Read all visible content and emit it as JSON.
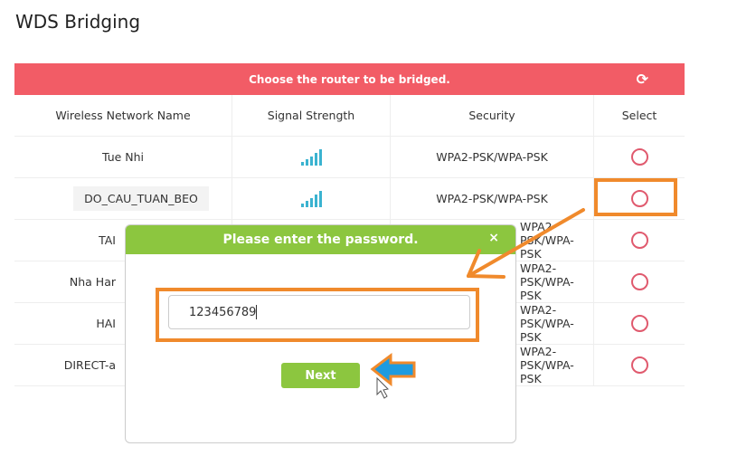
{
  "page_title": "WDS Bridging",
  "table": {
    "banner": "Choose the router to be bridged.",
    "refresh_icon": "refresh-icon",
    "headers": [
      "Wireless Network Name",
      "Signal Strength",
      "Security",
      "Select"
    ],
    "rows": [
      {
        "name": "Tue Nhi",
        "security": "WPA2-PSK/WPA-PSK"
      },
      {
        "name": "DO_CAU_TUAN_BEO",
        "security": "WPA2-PSK/WPA-PSK"
      },
      {
        "name": "TAI",
        "security": "WPA2-PSK/WPA-PSK"
      },
      {
        "name": "Nha Har",
        "security": "WPA2-PSK/WPA-PSK"
      },
      {
        "name": "HAI",
        "security": "WPA2-PSK/WPA-PSK"
      },
      {
        "name": "DIRECT-a",
        "security": "WPA2-PSK/WPA-PSK"
      }
    ]
  },
  "dialog": {
    "title": "Please enter the password.",
    "close": "×",
    "password_value": "123456789",
    "next_label": "Next"
  },
  "colors": {
    "banner": "#f25c66",
    "dialog_header": "#8cc63f",
    "annotation": "#f08a2c",
    "arrow_blue": "#1e9be0"
  }
}
